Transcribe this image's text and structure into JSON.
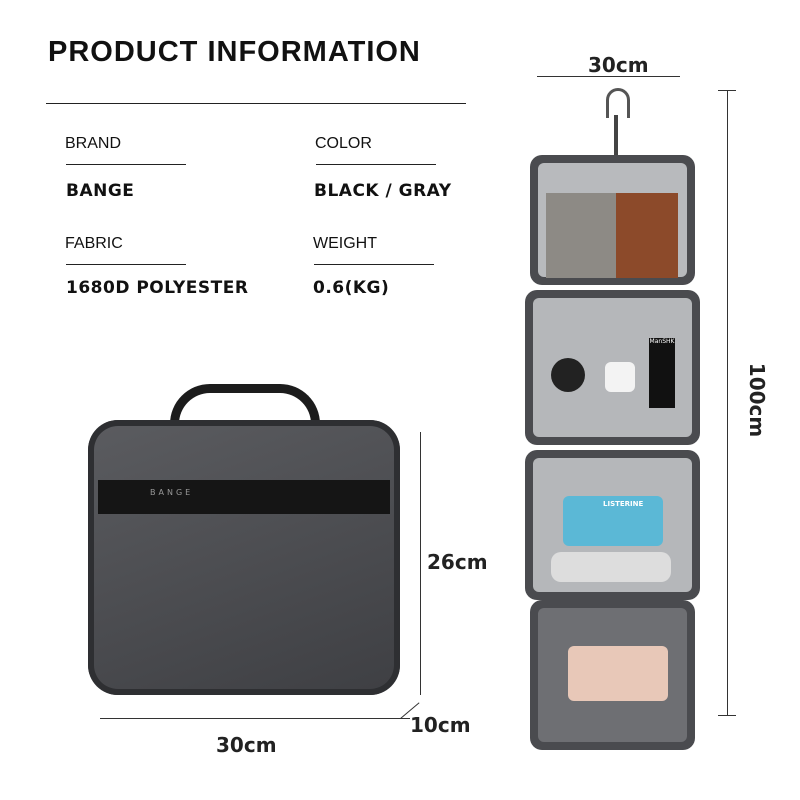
{
  "title": "PRODUCT INFORMATION",
  "specs": [
    {
      "label": "BRAND",
      "value": "BANGE"
    },
    {
      "label": "COLOR",
      "value": "BLACK / GRAY"
    },
    {
      "label": "FABRIC",
      "value": "1680D POLYESTER"
    },
    {
      "label": "WEIGHT",
      "value": "0.6(KG)"
    }
  ],
  "closed_bag": {
    "brand_mark": "BANGE",
    "width": "30cm",
    "height": "26cm",
    "depth": "10cm"
  },
  "open_bag": {
    "width": "30cm",
    "length": "100cm",
    "bottle_label": "LISTERINE",
    "toiletry_label": "ManSHK"
  },
  "colors": {
    "bag_gray": "#4a4b4f",
    "lining": "#b8babd",
    "trim": "#1a1a1a"
  }
}
